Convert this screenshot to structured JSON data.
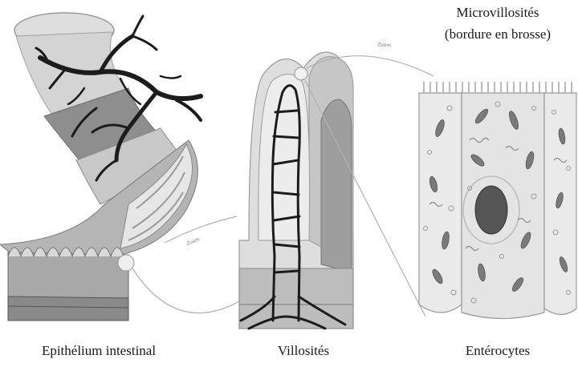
{
  "labels": {
    "epithelium": "Epithélium intestinal",
    "villi": "Villosités",
    "enterocytes": "Entérocytes",
    "microvilli_line1": "Microvillosités",
    "microvilli_line2": "(bordure en brosse)"
  },
  "zoom_labels": {
    "first": "Zoom",
    "second": "Zoom"
  },
  "colors": {
    "light_tissue": "#dcdcdc",
    "mid_tissue": "#a9a9a9",
    "dark_tissue": "#6f6f6f",
    "vessel": "#1c1c1c",
    "nucleus": "#555555"
  }
}
